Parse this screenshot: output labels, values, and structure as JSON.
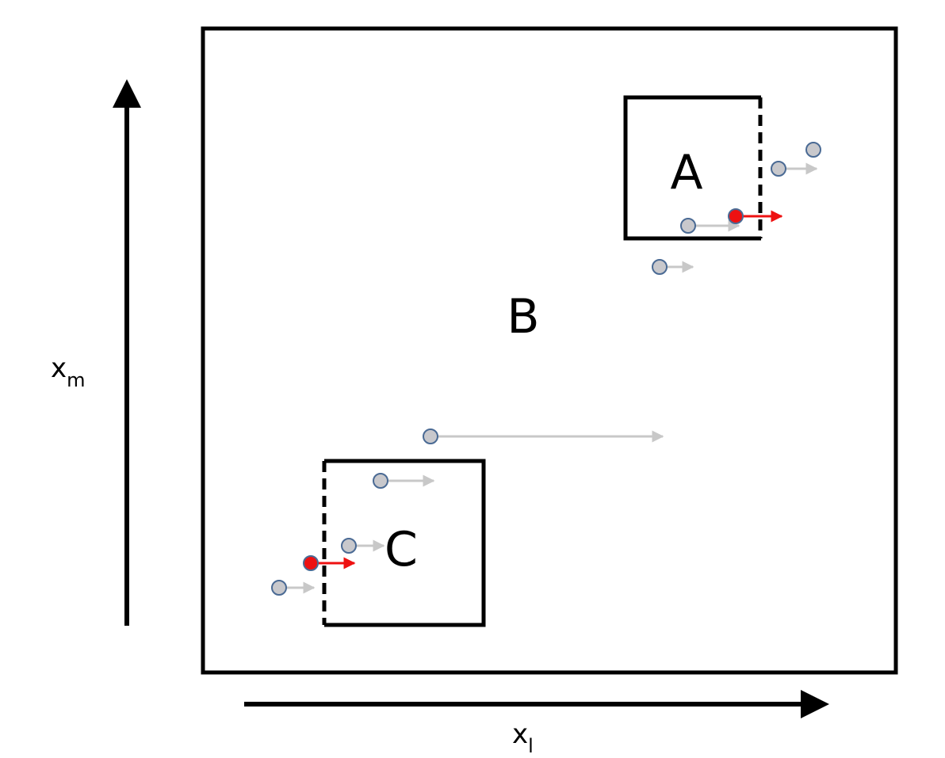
{
  "regions": {
    "outer": {
      "label": "B"
    },
    "upper_right": {
      "label": "A"
    },
    "lower_left": {
      "label": "C"
    }
  },
  "axes": {
    "horizontal": {
      "base": "x",
      "subscript": "l"
    },
    "vertical": {
      "base": "x",
      "subscript": "m"
    }
  },
  "colors": {
    "outline": "#000000",
    "particle_fill": "#c8c8cc",
    "particle_stroke": "#4a6a94",
    "particle_arrow": "#c8c8c8",
    "highlight_fill": "#ee1111",
    "highlight_arrow": "#ee1111"
  }
}
